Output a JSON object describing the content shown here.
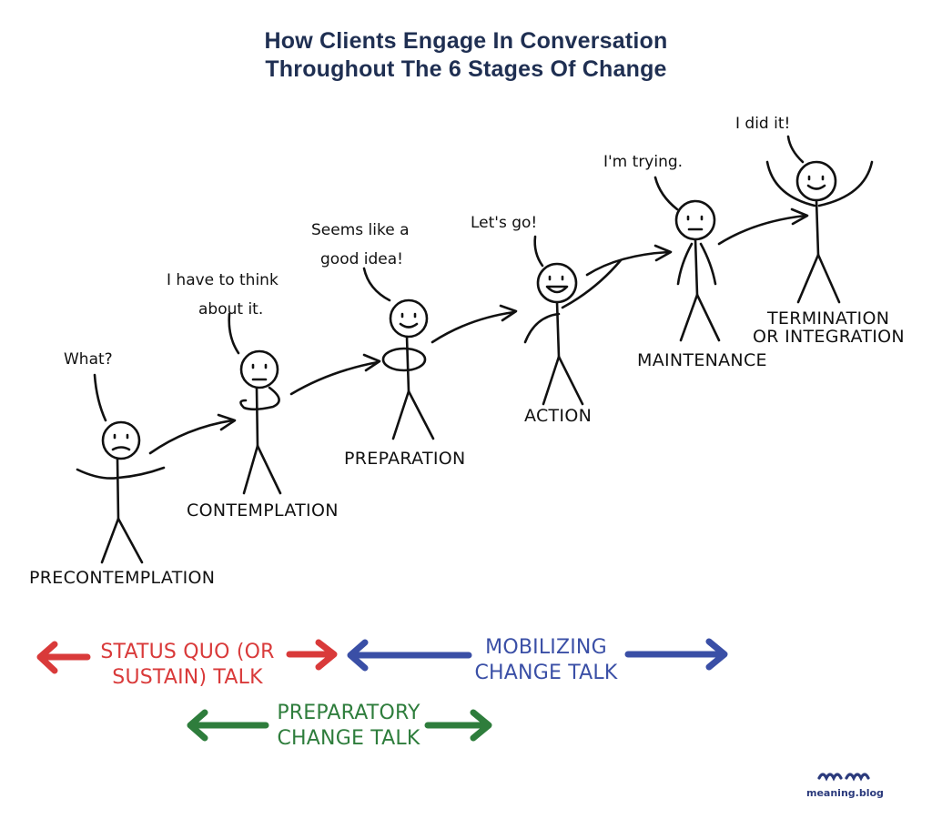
{
  "title": {
    "line1": "How Clients Engage In Conversation",
    "line2": "Throughout The 6 Stages Of Change"
  },
  "stages": [
    {
      "label": "PRECONTEMPLATION",
      "quote": [
        "What?"
      ]
    },
    {
      "label": "CONTEMPLATION",
      "quote": [
        "I have to think",
        "about it."
      ]
    },
    {
      "label": "PREPARATION",
      "quote": [
        "Seems like a",
        "good idea!"
      ]
    },
    {
      "label": "ACTION",
      "quote": [
        "Let's go!"
      ]
    },
    {
      "label": "MAINTENANCE",
      "quote": [
        "I'm trying."
      ]
    },
    {
      "label": [
        "TERMINATION",
        "OR INTEGRATION"
      ],
      "quote": [
        "I did it!"
      ]
    }
  ],
  "talk": {
    "status_quo": {
      "lines": [
        "STATUS QUO (OR",
        "SUSTAIN) TALK"
      ],
      "color": "#d93a3a"
    },
    "mobilizing": {
      "lines": [
        "MOBILIZING",
        "CHANGE TALK"
      ],
      "color": "#3a4fa6"
    },
    "preparatory": {
      "lines": [
        "PREPARATORY",
        "CHANGE TALK"
      ],
      "color": "#2e7d3c"
    }
  },
  "logo": {
    "mark": "mm",
    "text": "meaning.blog",
    "color": "#2b3a7c"
  },
  "colors": {
    "title": "#1f2f52",
    "ink": "#111111"
  }
}
